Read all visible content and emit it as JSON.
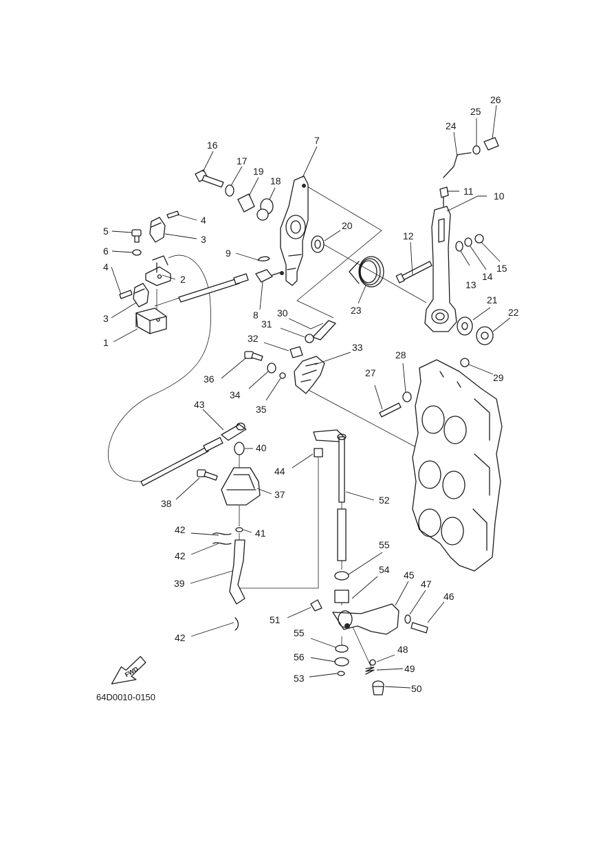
{
  "diagram": {
    "code": "64D0010-0150",
    "fwd_label": "FWD",
    "callouts": [
      "1",
      "2",
      "3",
      "3",
      "4",
      "4",
      "5",
      "6",
      "7",
      "8",
      "9",
      "10",
      "11",
      "12",
      "13",
      "14",
      "15",
      "16",
      "17",
      "18",
      "19",
      "20",
      "21",
      "22",
      "23",
      "24",
      "25",
      "26",
      "27",
      "28",
      "29",
      "30",
      "31",
      "32",
      "33",
      "34",
      "35",
      "36",
      "37",
      "38",
      "39",
      "40",
      "41",
      "42",
      "42",
      "42",
      "43",
      "44",
      "45",
      "46",
      "47",
      "48",
      "49",
      "50",
      "51",
      "52",
      "53",
      "54",
      "55",
      "55",
      "56"
    ]
  }
}
